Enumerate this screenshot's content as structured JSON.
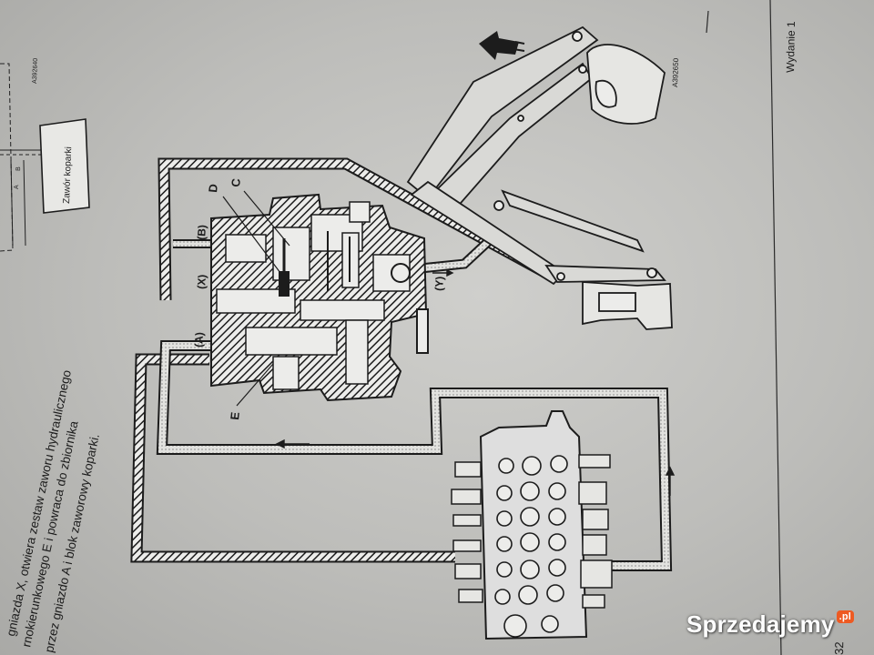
{
  "page": {
    "text_lines": [
      "gniazda X, otwiera zestaw zaworu hydraulicznego",
      "rnokierunkowego E i powraca do zbiornika",
      "przez gniazdo A i blok zaworowy koparki."
    ],
    "edition": "Wydanie 1",
    "page_number": "32",
    "ref_code_top_left": "A392640",
    "ref_code_top_right": "A392650"
  },
  "diagram": {
    "box_label": "Zawór koparki",
    "line_label_a": "A",
    "line_label_b": "B",
    "port_b": "(B)",
    "port_x": "(X)",
    "port_a": "(A)",
    "port_y": "(Y)",
    "label_c": "C",
    "label_d": "D",
    "label_e": "E"
  },
  "watermark": {
    "text": "Sprzedajemy",
    "suffix": ".pl"
  },
  "colors": {
    "paper": "#cfcfcc",
    "ink": "#1c1c1c",
    "watermark_badge": "#ee5a22"
  }
}
